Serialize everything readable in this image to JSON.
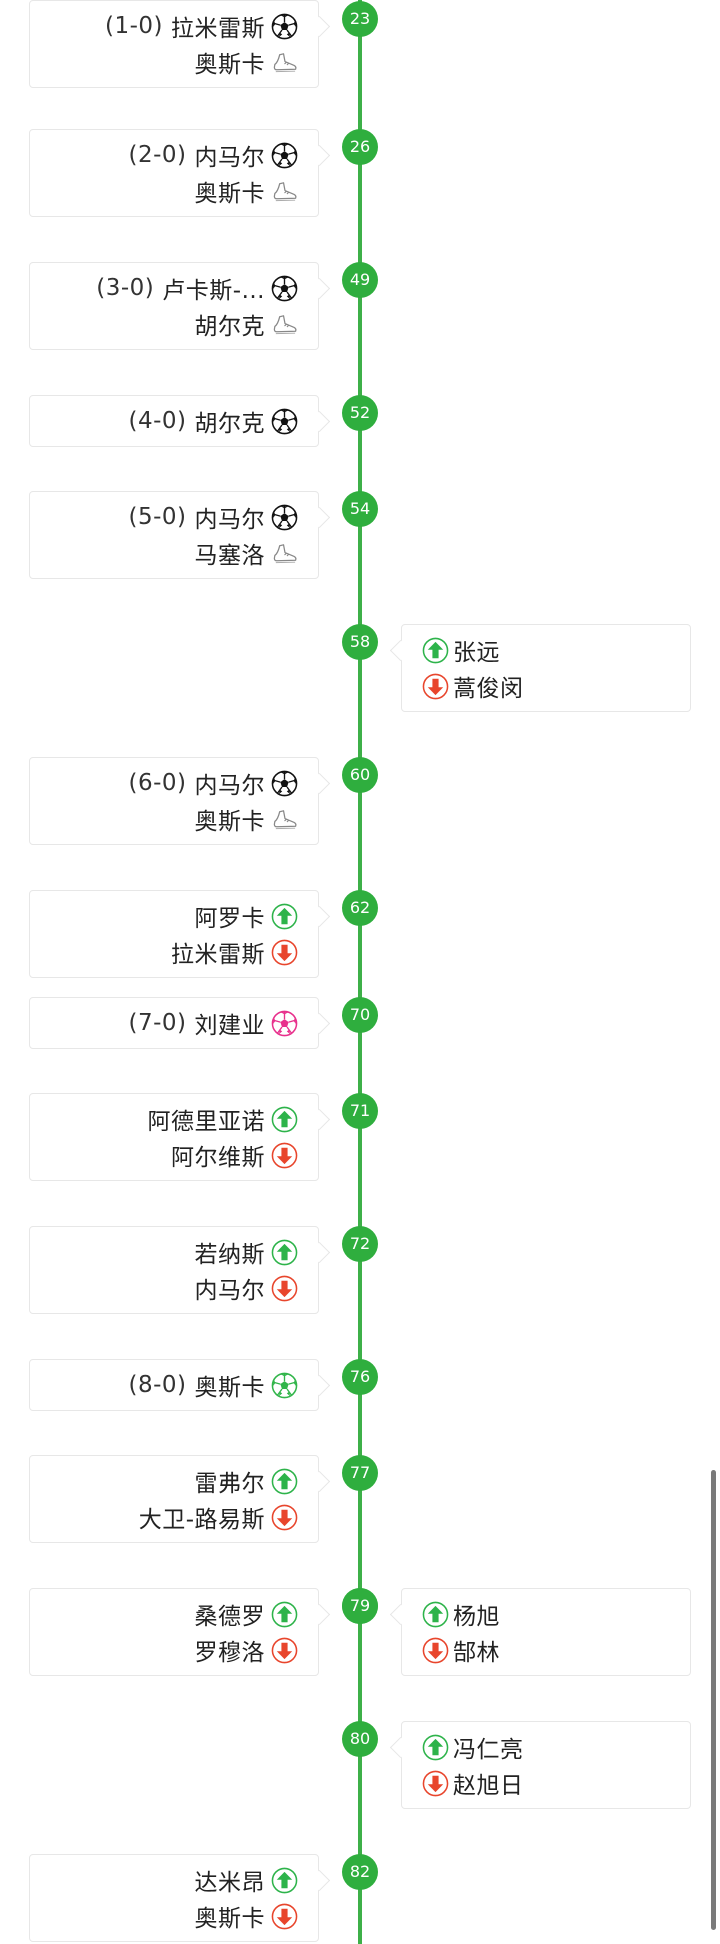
{
  "timeline": {
    "events": [
      {
        "minute": "23",
        "side": "left",
        "rows": [
          {
            "score": "(1-0)",
            "name": "拉米雷斯",
            "icon": "soccer-ball-icon"
          },
          {
            "name": "奥斯卡",
            "icon": "boot-assist-icon"
          }
        ]
      },
      {
        "minute": "26",
        "side": "left",
        "rows": [
          {
            "score": "(2-0)",
            "name": "内马尔",
            "icon": "soccer-ball-icon"
          },
          {
            "name": "奥斯卡",
            "icon": "boot-assist-icon"
          }
        ]
      },
      {
        "minute": "49",
        "side": "left",
        "rows": [
          {
            "score": "(3-0)",
            "name": "卢卡斯-...",
            "icon": "soccer-ball-icon"
          },
          {
            "name": "胡尔克",
            "icon": "boot-assist-icon"
          }
        ]
      },
      {
        "minute": "52",
        "side": "left",
        "rows": [
          {
            "score": "(4-0)",
            "name": "胡尔克",
            "icon": "soccer-ball-icon"
          }
        ]
      },
      {
        "minute": "54",
        "side": "left",
        "rows": [
          {
            "score": "(5-0)",
            "name": "内马尔",
            "icon": "soccer-ball-icon"
          },
          {
            "name": "马塞洛",
            "icon": "boot-assist-icon"
          }
        ]
      },
      {
        "minute": "58",
        "side": "right",
        "rows": [
          {
            "name": "张远",
            "icon": "sub-in-arrow-icon"
          },
          {
            "name": "蒿俊闵",
            "icon": "sub-out-arrow-icon"
          }
        ]
      },
      {
        "minute": "60",
        "side": "left",
        "rows": [
          {
            "score": "(6-0)",
            "name": "内马尔",
            "icon": "soccer-ball-icon"
          },
          {
            "name": "奥斯卡",
            "icon": "boot-assist-icon"
          }
        ]
      },
      {
        "minute": "62",
        "side": "left",
        "rows": [
          {
            "name": "阿罗卡",
            "icon": "sub-in-arrow-icon"
          },
          {
            "name": "拉米雷斯",
            "icon": "sub-out-arrow-icon"
          }
        ]
      },
      {
        "minute": "70",
        "side": "left",
        "rows": [
          {
            "score": "(7-0)",
            "name": "刘建业",
            "icon": "own-goal-ball-icon"
          }
        ]
      },
      {
        "minute": "71",
        "side": "left",
        "rows": [
          {
            "name": "阿德里亚诺",
            "icon": "sub-in-arrow-icon"
          },
          {
            "name": "阿尔维斯",
            "icon": "sub-out-arrow-icon"
          }
        ]
      },
      {
        "minute": "72",
        "side": "left",
        "rows": [
          {
            "name": "若纳斯",
            "icon": "sub-in-arrow-icon"
          },
          {
            "name": "内马尔",
            "icon": "sub-out-arrow-icon"
          }
        ]
      },
      {
        "minute": "76",
        "side": "left",
        "rows": [
          {
            "score": "(8-0)",
            "name": "奥斯卡",
            "icon": "penalty-ball-icon"
          }
        ]
      },
      {
        "minute": "77",
        "side": "left",
        "rows": [
          {
            "name": "雷弗尔",
            "icon": "sub-in-arrow-icon"
          },
          {
            "name": "大卫-路易斯",
            "icon": "sub-out-arrow-icon"
          }
        ]
      },
      {
        "minute": "79",
        "side": "left",
        "rows": [
          {
            "name": "桑德罗",
            "icon": "sub-in-arrow-icon"
          },
          {
            "name": "罗穆洛",
            "icon": "sub-out-arrow-icon"
          }
        ]
      },
      {
        "minute": "79",
        "side": "right",
        "rows": [
          {
            "name": "杨旭",
            "icon": "sub-in-arrow-icon"
          },
          {
            "name": "郜林",
            "icon": "sub-out-arrow-icon"
          }
        ]
      },
      {
        "minute": "80",
        "side": "right",
        "rows": [
          {
            "name": "冯仁亮",
            "icon": "sub-in-arrow-icon"
          },
          {
            "name": "赵旭日",
            "icon": "sub-out-arrow-icon"
          }
        ]
      },
      {
        "minute": "82",
        "side": "left",
        "rows": [
          {
            "name": "达米昂",
            "icon": "sub-in-arrow-icon"
          },
          {
            "name": "奥斯卡",
            "icon": "sub-out-arrow-icon"
          }
        ]
      }
    ]
  },
  "colors": {
    "timeline_green": "#3db048",
    "badge_green": "#2fae3e",
    "sub_in_green": "#2db34a",
    "sub_out_red": "#e8452c",
    "own_goal_pink": "#e8308c",
    "penalty_green": "#31b54a"
  }
}
